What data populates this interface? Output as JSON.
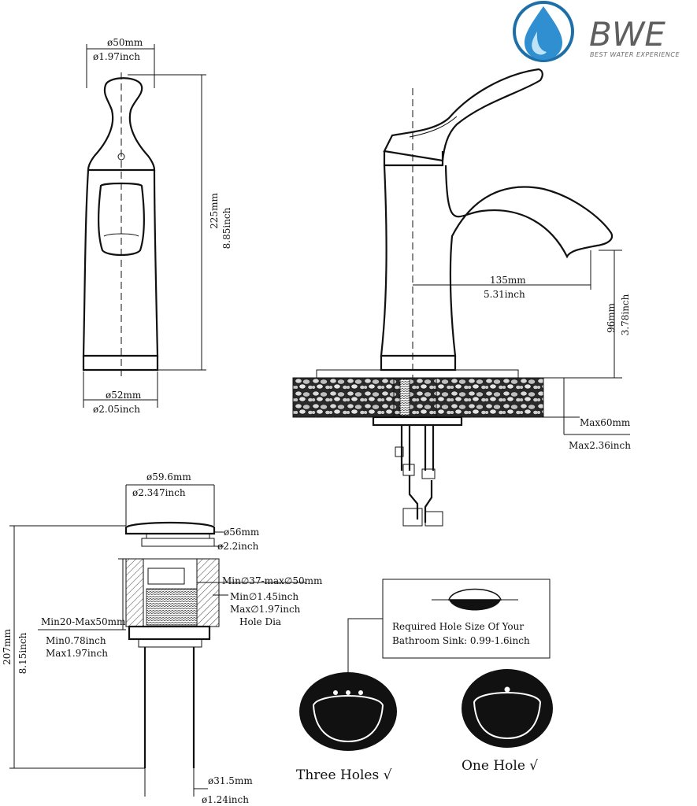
{
  "brand": {
    "name": "BWE",
    "tagline": "BEST WATER EXPERIENCE",
    "colors": {
      "drop_dark": "#1e6fa8",
      "drop_light": "#6ab7e0",
      "text": "#5f5f5f"
    }
  },
  "faucet_front": {
    "top_mm": "ø50mm",
    "top_in": "ø1.97inch",
    "height_mm": "225mm",
    "height_in": "8.85inch",
    "base_mm": "ø52mm",
    "base_in": "ø2.05inch"
  },
  "faucet_side": {
    "reach_mm": "135mm",
    "reach_in": "5.31inch",
    "spout_height_mm": "96mm",
    "spout_height_in": "3.78inch",
    "deck_max_mm": "Max60mm",
    "deck_max_in": "Max2.36inch"
  },
  "drain": {
    "cap_mm": "ø59.6mm",
    "cap_in": "ø2.347inch",
    "flange_mm": "ø56mm",
    "flange_in": "ø2.2inch",
    "hole_range_mm": "Min∅37-max∅50mm",
    "hole_min_in": "Min∅1.45inch",
    "hole_max_in": "Max∅1.97inch",
    "hole_label": "Hole Dia",
    "thickness_mm": "Min20-Max50mm",
    "thickness_min_in": "Min0.78inch",
    "thickness_max_in": "Max1.97inch",
    "total_mm": "207mm",
    "total_in": "8.15inch",
    "tail_mm": "ø31.5mm",
    "tail_in": "ø1.24inch"
  },
  "sink_info": {
    "line1": "Required Hole Size Of Your",
    "line2": "Bathroom Sink: 0.99-1.6inch",
    "three_holes": "Three Holes √",
    "one_hole": "One Hole  √"
  }
}
